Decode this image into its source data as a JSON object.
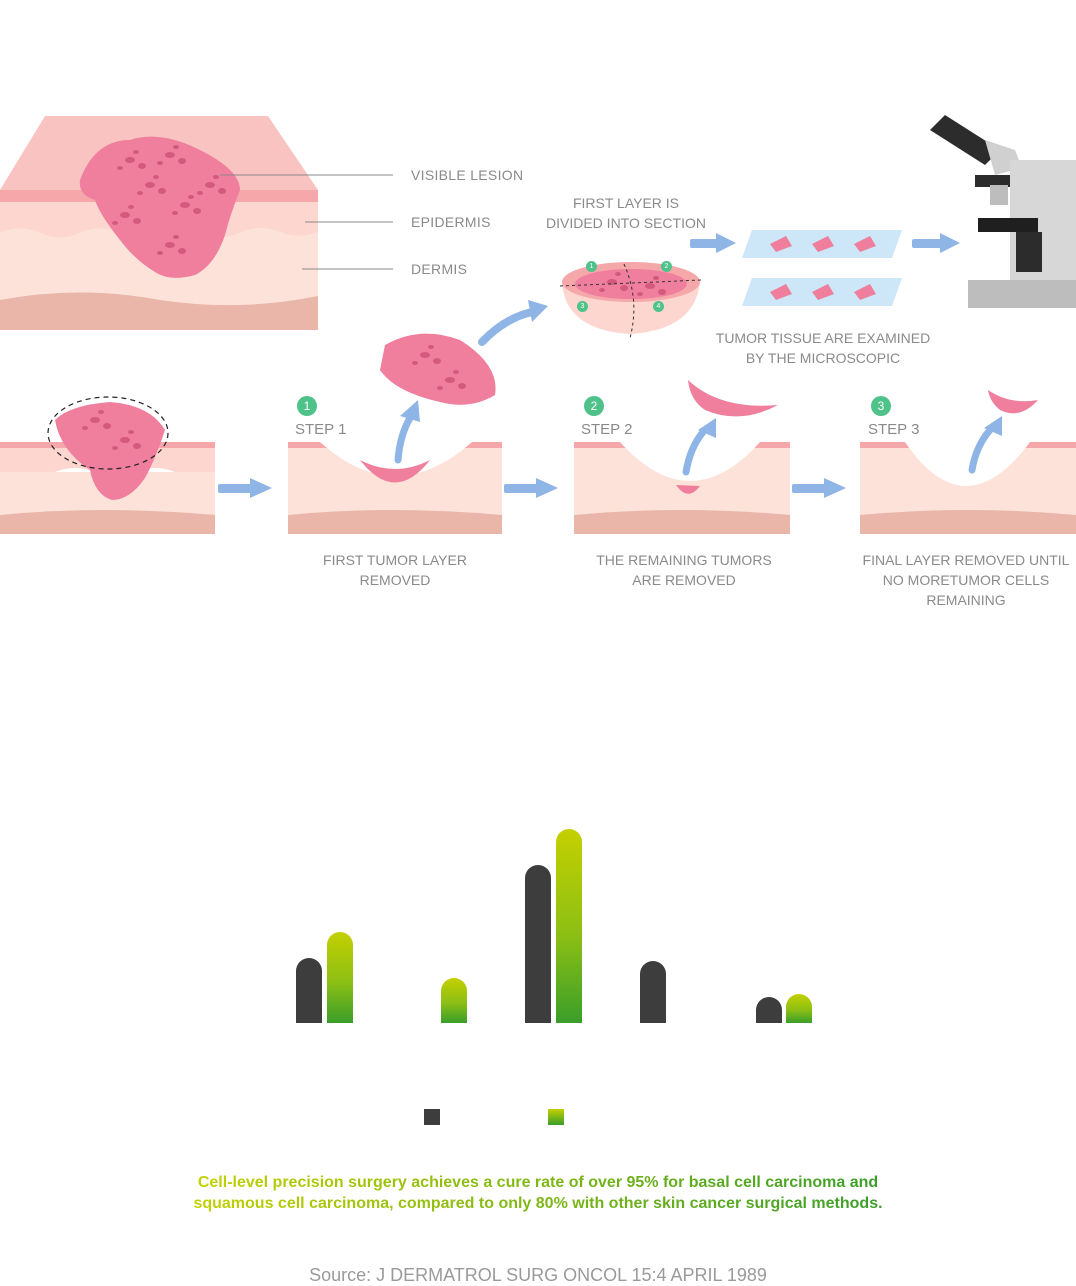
{
  "diagram": {
    "labels": {
      "visible_lesion": "VISIBLE LESION",
      "epidermis": "EPIDERMIS",
      "dermis": "DERMIS",
      "first_layer_1": "FIRST LAYER IS",
      "first_layer_2": "DIVIDED INTO SECTION",
      "tissue_1": "TUMOR TISSUE ARE EXAMINED",
      "tissue_2": "BY THE MICROSCOPIC"
    },
    "section_numbers": [
      "1",
      "2",
      "3",
      "4"
    ],
    "steps": [
      {
        "number": "1",
        "label": "STEP 1",
        "caption_1": "FIRST TUMOR LAYER",
        "caption_2": "REMOVED"
      },
      {
        "number": "2",
        "label": "STEP 2",
        "caption_1": "THE REMAINING TUMORS",
        "caption_2": "ARE REMOVED"
      },
      {
        "number": "3",
        "label": "STEP 3",
        "caption_1": "FINAL LAYER REMOVED UNTIL",
        "caption_2": "NO MORETUMOR CELLS",
        "caption_3": "REMAINING"
      }
    ],
    "icons": [
      "microscope-icon",
      "arrow-right-icon",
      "curved-arrow-icon",
      "slide-icon"
    ],
    "colors": {
      "skin_top": "#f6aeb0",
      "tumor": "#ee7d9b",
      "arrow": "#8fb4e6",
      "badge": "#4fc28a"
    }
  },
  "chart_data": {
    "type": "bar",
    "series_colors": [
      "#3d3d3d",
      "#3a9e2a"
    ],
    "groups": [
      {
        "dark": 65,
        "green": 91
      },
      {
        "dark": null,
        "green": 45
      },
      {
        "dark": 158,
        "green": 194
      },
      {
        "dark": 62,
        "green": null
      },
      {
        "dark": 26,
        "green": 29
      }
    ]
  },
  "summary": {
    "line_1": "Cell-level precision surgery achieves a cure rate of over 95% for basal cell carcinoma and",
    "line_2": "squamous cell carcinoma, compared to only 80% with other skin cancer surgical methods."
  },
  "source": "Source: J DERMATROL SURG ONCOL 15:4 APRIL 1989"
}
